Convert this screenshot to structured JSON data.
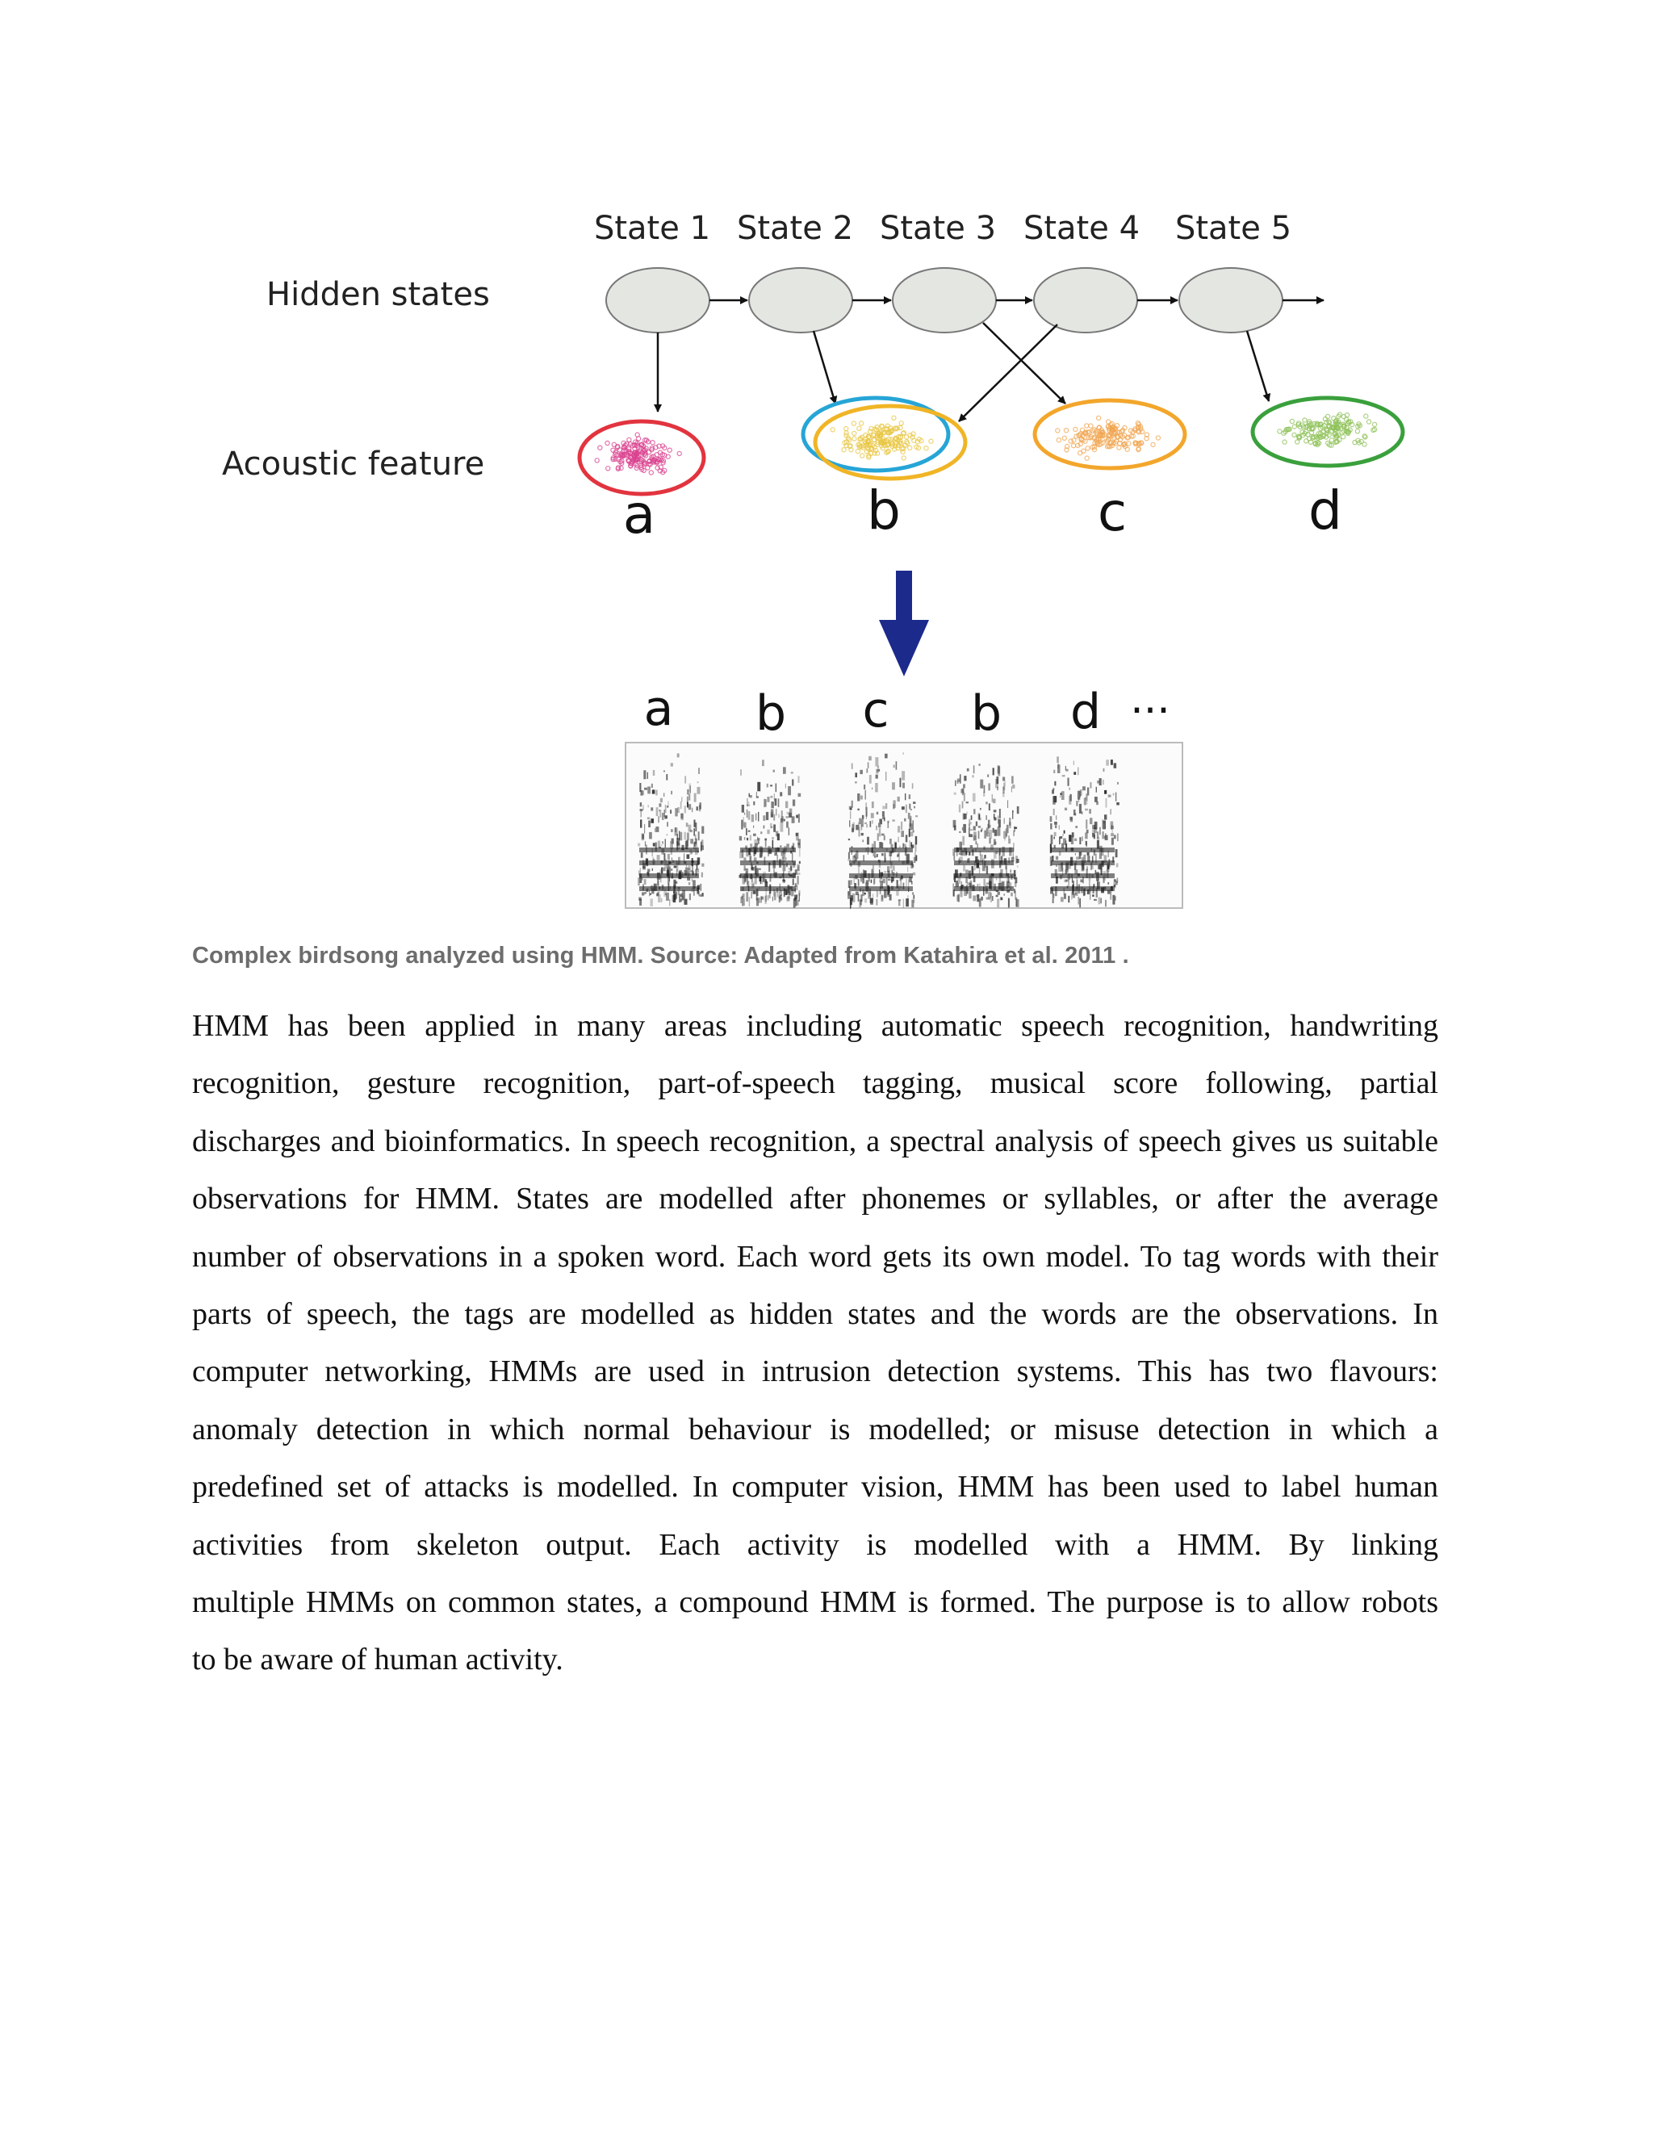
{
  "figure": {
    "state_labels": [
      "State 1",
      "State 2",
      "State 3",
      "State 4",
      "State 5"
    ],
    "hidden_states_label": "Hidden states",
    "acoustic_feature_label": "Acoustic feature",
    "cluster_letters": [
      "a",
      "b",
      "c",
      "d"
    ],
    "sequence_letters": [
      "a",
      "b",
      "c",
      "b",
      "d"
    ],
    "sequence_ellipsis": "···",
    "colors": {
      "state_node_fill": "#e4e6e2",
      "cluster_a": "#e2343f",
      "cluster_b_outer": "#26a5d6",
      "cluster_b_inner": "#f0b526",
      "cluster_c": "#f3a62c",
      "cluster_d": "#3aa03c",
      "down_arrow": "#1c2a8c"
    }
  },
  "caption": "Complex birdsong analyzed using HMM. Source: Adapted from Katahira et al. 2011 .",
  "paragraph_lines": [
    "HMM has been applied in many areas including automatic speech recognition, handwriting",
    "recognition, gesture recognition, part-of-speech tagging, musical score following, partial",
    "discharges and bioinformatics. In speech recognition, a spectral analysis of speech gives us suitable",
    "observations for HMM. States are modelled after phonemes or syllables, or after the average",
    "number of observations in a spoken word. Each word gets its own model.  To tag words with their",
    "parts of speech, the tags are modelled as hidden states and the words are the observations. In",
    "computer networking, HMMs are used in intrusion detection systems. This has two flavours:",
    "anomaly detection in which normal behaviour is modelled; or misuse detection in which a",
    "predefined set of attacks is modelled. In computer vision, HMM has been used to label human",
    "activities from skeleton output. Each activity is modelled with a HMM. By linking",
    "multiple HMMs on common states, a compound HMM is formed. The purpose is to allow robots",
    "to be aware of human activity."
  ]
}
